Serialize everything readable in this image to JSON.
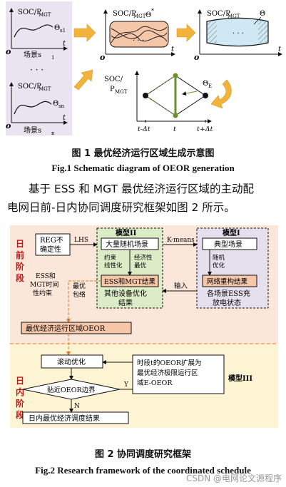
{
  "fig1": {
    "scenarios": {
      "soc_label_1": "SOC/P",
      "mgt_sub": "MGT",
      "origin": "o",
      "t_label": "t",
      "scene1_label": "场景s",
      "scene1_sub": "1",
      "theta_s1": "Θ",
      "theta_s1_sub": "s1",
      "ellipsis": "· · ·",
      "scene_n_label": "场景s",
      "scene_n_sub": "n",
      "theta_sn": "Θ",
      "theta_sn_sub": "sn"
    },
    "panel2": {
      "ylabel": "SOC/P",
      "ysub": "MGT",
      "theta_star": "Θ",
      "star": "*",
      "dots": "· · ·",
      "origin": "o",
      "t": "t"
    },
    "panel3": {
      "ylabel": "SOC/P",
      "ysub": "MGT",
      "theta": "Θ",
      "dots": "· · ·",
      "origin": "o",
      "t": "t"
    },
    "panel4": {
      "ylabel_line1": "SOC/",
      "ylabel_line2": "P",
      "ysub": "MGT",
      "theta_e": "Θ",
      "theta_e_sub": "E",
      "tick_left": "t-Δt",
      "tick_mid": "t",
      "tick_right": "t+Δt"
    },
    "caption_cn": "图 1  最优经济运行区域生成示意图",
    "caption_en": "Fig.1 Schematic diagram of OEOR generation"
  },
  "body": {
    "line1": "基于 ESS 和 MGT 最优经济运行区域的主动配",
    "line2": "电网日前-日内协同调度研究框架如图 2 所示。"
  },
  "fig2": {
    "day_ahead_label": "日\n前\n阶\n段",
    "intraday_label": "日\n内\n阶\n段",
    "reg_box": "REG不\n确定性",
    "lhs": "LHS",
    "model2": "模型II",
    "kmeans": "K-means",
    "model1": "模型I",
    "scenarios_box": "大量随机场景",
    "typical_box": "典型场景",
    "constraint": "约束\n线性化",
    "econ_opt": "经济性\n最优",
    "random_opt": "随机\n优化",
    "ess_mgt_result": "ESS和MGT结果",
    "other_result": "其他设备优化\n结果",
    "input_label": "输入",
    "network_result": "网络重构结果",
    "ess_state": "各场景ESS充\n放电状态",
    "timing_constraint": "ESS和\nMGT时间\n性约束",
    "best_env": "最优\n包络",
    "oeor_box": "最优经济运行区域OEOR",
    "rolling_box": "滚动优化",
    "expand_box": "时段t的OEOR扩展为\n最优经济极限运行区\n域E-OEOR",
    "model3": "模型III",
    "decision": "贴近OEOR边界",
    "y_label": "Y",
    "n_label": "N",
    "result_box": "日内最优经济调度结果"
  },
  "caption2_cn": "图 2  协同调度研究框架",
  "caption2_en": "Fig.2 Research framework of the coordinated schedule",
  "watermark": "CSDN @电网论文源程序",
  "colors": {
    "orange_arrow": "#f2b33d",
    "panel_lavender": "#e9e4ef",
    "day_ahead_bg": "#fbe6da",
    "intraday_bg": "#fdf4d3",
    "model_box_bg": "#dcecc7",
    "model1_bg": "#e6e0ee",
    "oeor_fill": "#f6c6a9",
    "node_green": "#6c8f2c"
  }
}
